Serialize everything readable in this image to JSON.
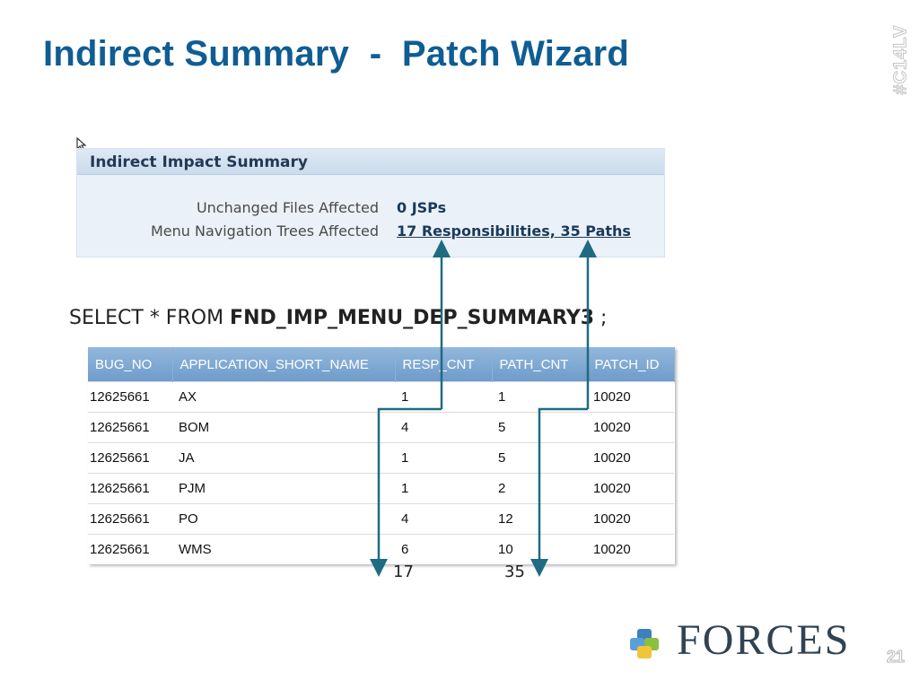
{
  "slide": {
    "title": "Indirect Summary  -  Patch Wizard",
    "hashtag": "#C14LV",
    "page_number": "21"
  },
  "impact_summary": {
    "header": "Indirect Impact Summary",
    "rows": [
      {
        "label": "Unchanged Files Affected",
        "value": "0 JSPs"
      },
      {
        "label": "Menu Navigation Trees Affected",
        "value": "17 Responsibilities, 35 Paths"
      }
    ]
  },
  "sql": {
    "prefix": "SELECT * FROM ",
    "table": "FND_IMP_MENU_DEP_SUMMARY3",
    "suffix": " ;"
  },
  "results": {
    "columns": [
      "BUG_NO",
      "APPLICATION_SHORT_NAME",
      "RESP_CNT",
      "PATH_CNT",
      "PATCH_ID"
    ],
    "rows": [
      [
        "12625661",
        "AX",
        "1",
        "1",
        "10020"
      ],
      [
        "12625661",
        "BOM",
        "4",
        "5",
        "10020"
      ],
      [
        "12625661",
        "JA",
        "1",
        "5",
        "10020"
      ],
      [
        "12625661",
        "PJM",
        "1",
        "2",
        "10020"
      ],
      [
        "12625661",
        "PO",
        "4",
        "12",
        "10020"
      ],
      [
        "12625661",
        "WMS",
        "6",
        "10",
        "10020"
      ]
    ]
  },
  "totals": {
    "resp_total": "17",
    "path_total": "35"
  },
  "logo": {
    "text": "FORCES"
  },
  "colors": {
    "title": "#0f5d93",
    "arrow": "#1f6b82",
    "table_header": "#7aa3cf"
  }
}
